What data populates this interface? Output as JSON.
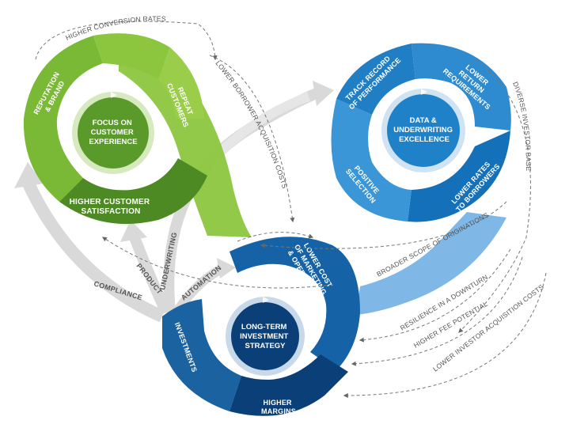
{
  "cycles": {
    "green": {
      "hub": [
        "FOCUS ON",
        "CUSTOMER",
        "EXPERIENCE"
      ],
      "segments": {
        "reputation": [
          "REPUTATION",
          "& BRAND"
        ],
        "repeat": [
          "REPEAT",
          "CUSTOMERS"
        ],
        "satisfaction": [
          "HIGHER CUSTOMER",
          "SATISFACTION"
        ]
      }
    },
    "blue": {
      "hub": [
        "DATA &",
        "UNDERWRITING",
        "EXCELLENCE"
      ],
      "segments": {
        "track": [
          "TRACK RECORD",
          "OF PERFORMANCE"
        ],
        "lower_return": [
          "LOWER",
          "RETURN",
          "REQUIREMENTS"
        ],
        "lower_rates": [
          "LOWER RATES",
          "TO BORROWERS"
        ],
        "positive": [
          "POSITIVE",
          "SELECTION"
        ]
      }
    },
    "navy": {
      "hub": [
        "LONG-TERM",
        "INVESTMENT",
        "STRATEGY"
      ],
      "segments": {
        "lower_cost": [
          "LOWER COST",
          "OF MARKETING",
          "& OPERATIONS"
        ],
        "investments": [
          "INVESTMENTS"
        ],
        "margins": [
          "HIGHER",
          "MARGINS"
        ]
      }
    }
  },
  "links": {
    "higher_conversion": "HIGHER CONVERSION RATES",
    "lower_borrower": "LOWER BORROWER ACQUISITION COSTS",
    "diverse_investor": "DIVERSE INVESTOR BASE",
    "broader_scope": "BROADER SCOPE OF ORIGINATIONS",
    "resilience": "RESILIENCE IN A DOWNTURN",
    "higher_fee": "HIGHER FEE POTENTIAL",
    "lower_investor": "LOWER INVESTOR ACQUISITION COSTS"
  },
  "grey_arrows": {
    "compliance": "COMPLIANCE",
    "product": "PRODUCT",
    "underwriting": "UNDERWRITING",
    "automation": "AUTOMATION"
  },
  "colors": {
    "green_light": "#8cc63f",
    "green_mid": "#6aa932",
    "green_dark": "#4d8a24",
    "blue_light": "#3a96d6",
    "blue_mid": "#1f7ec4",
    "blue_dark": "#0f64a8",
    "navy_light": "#1a62a0",
    "navy_dark": "#0b3f78",
    "grey_arrow": "#d9d9d9"
  }
}
